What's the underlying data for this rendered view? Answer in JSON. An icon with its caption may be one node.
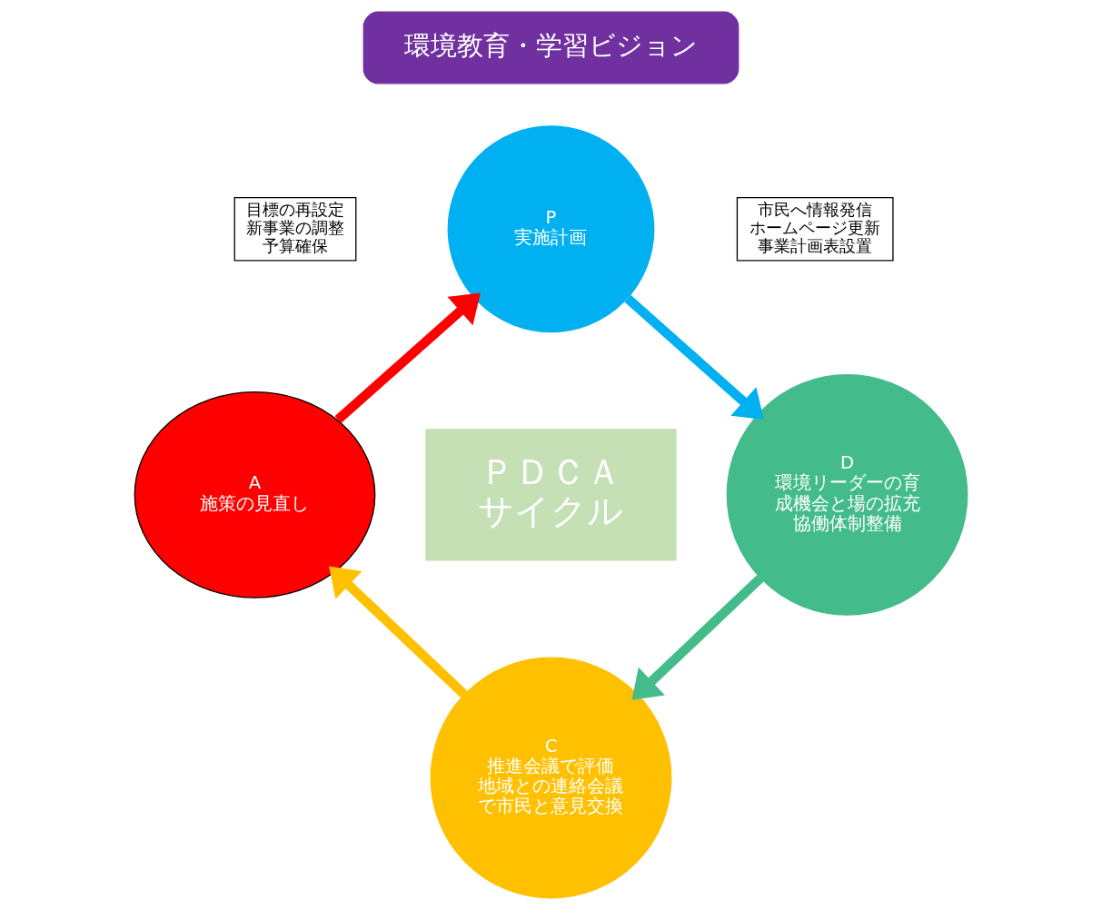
{
  "diagram": {
    "nodes": [
      {
        "text": [
          "環境教育・学習ビジョン"
        ]
      },
      {
        "text": [
          "P",
          "実施計画"
        ]
      },
      {
        "text": [
          "市民へ情報発信",
          "ホームページ更新",
          "事業計画表設置"
        ]
      },
      {
        "text": [
          "D",
          "環境リーダーの育成機会と場の拡充",
          "協働体制整備"
        ]
      },
      {
        "text": [
          "C",
          "推進会議で評価",
          "地域との連絡会議で市民と意見交換"
        ]
      },
      {
        "text": [
          "A",
          "施策の見直し"
        ]
      },
      {
        "text": [
          "目標の再設定",
          "新事業の調整",
          "予算確保"
        ]
      },
      {
        "text": [
          "ＰＤＣＡ",
          "サイクル"
        ]
      }
    ],
    "edges": [
      {
        "from": 1,
        "to": 3,
        "arrow": "to",
        "color": "#00b0f0"
      },
      {
        "from": 3,
        "to": 4,
        "arrow": "to",
        "color": "#43bb8a"
      },
      {
        "from": 4,
        "to": 5,
        "arrow": "to",
        "color": "#ffc000"
      },
      {
        "from": 5,
        "to": 1,
        "arrow": "to",
        "color": "#ff0000"
      }
    ]
  }
}
